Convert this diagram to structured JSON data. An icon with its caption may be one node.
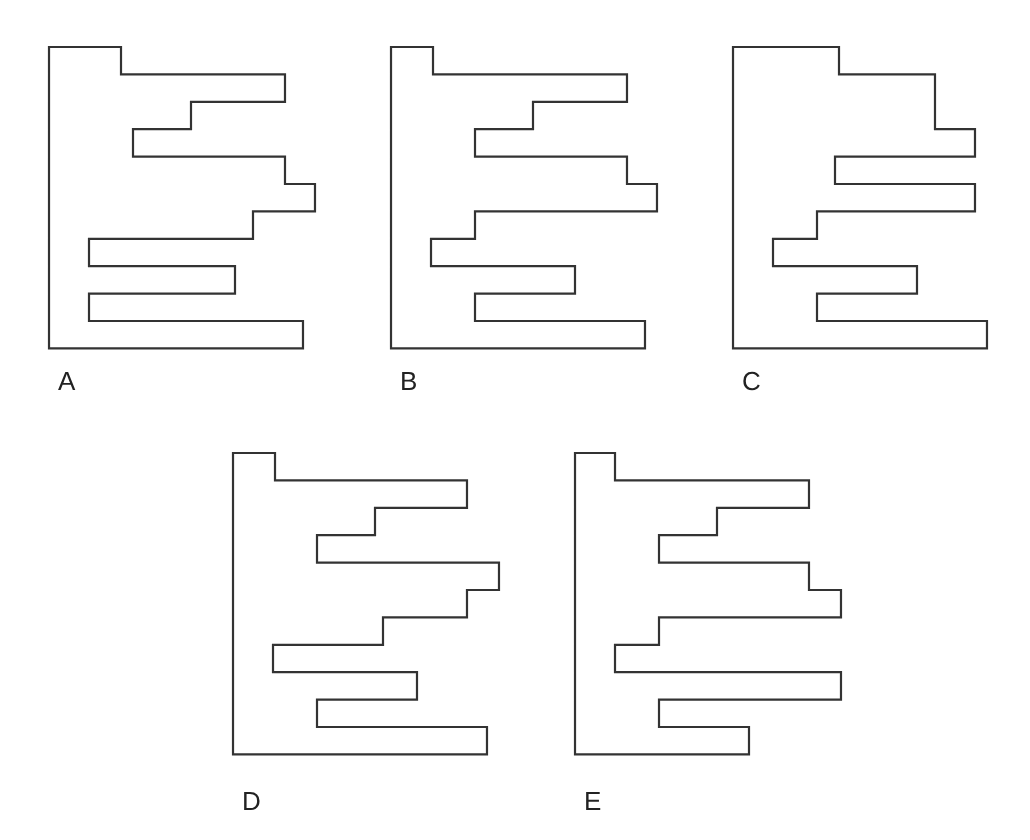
{
  "diagram": {
    "nodes": [
      {
        "text": [],
        "shape": "polygon",
        "beside": [
          "A"
        ]
      },
      {
        "text": [],
        "shape": "polygon",
        "beside": [
          "B"
        ]
      },
      {
        "text": [],
        "shape": "polygon",
        "beside": [
          "C"
        ]
      },
      {
        "text": [],
        "shape": "polygon",
        "beside": [
          "D"
        ]
      },
      {
        "text": [],
        "shape": "polygon",
        "beside": [
          "E"
        ]
      }
    ]
  }
}
